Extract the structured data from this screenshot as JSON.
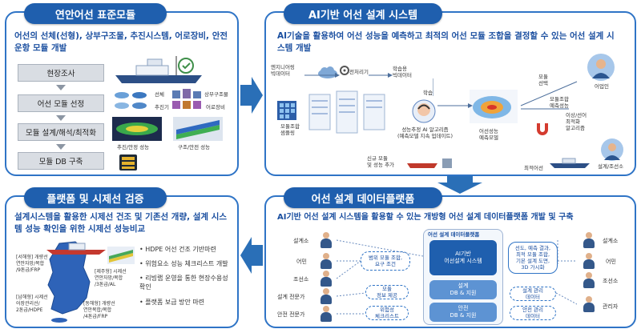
{
  "panel1": {
    "title": "연안어선 표준모듈",
    "subtitle": "어선의 선체(선형), 상부구조물, 추진시스템, 어로장비, 안전운항 모듈 개발",
    "steps": [
      "현장조사",
      "어선 모듈 선정",
      "모듈 설계/해석/최적화",
      "모듈 DB 구축"
    ],
    "labels": {
      "hull": "선체",
      "superstructure": "상부구조물",
      "propulsion": "추진기",
      "fishing_gear": "어로장비",
      "propulsion_safety": "추진/안정 성능",
      "structure_safety": "구조/안전 성능"
    }
  },
  "panel2": {
    "title": "AI기반 어선 설계 시스템",
    "subtitle": "AI기술을 활용하여 어선 성능을 예측하고 최적의 어선 모듈 조합을 결정할 수 있는 어선 설계 시스템 개발",
    "labels": {
      "engineering_bigdata": "엔지니어링\n빅데이터",
      "preprocess": "전처리기",
      "training_bigdata": "학습용\n빅데이터",
      "learning": "학습",
      "module_sampling": "모듈조합\n샘플링",
      "ai_algorithm": "성능추정 AI 알고리즘\n(예측모델 지속 업데이트)",
      "prediction_model": "어선성능\n예측모델",
      "module_select": "모듈\n선택",
      "module_prediction": "모듈조합\n예측성능",
      "fisherman": "어업인",
      "optimization": "이상/선어\n최적화\n알고리즘",
      "new_module": "신규 모듈\n및 성능 추가",
      "optimal_vessel": "최적어선",
      "design_expert": "설계/조선소"
    }
  },
  "panel3": {
    "title": "어선 설계 데이터플랫폼",
    "subtitle": "AI기반 어선 설계 시스템을 활용할 수 있는 개방형 어선 설계 데이터플랫폼 개발 및 구축",
    "platform_title": "어선 설계 데이터플랫폼",
    "core": "AI기반\n어선설계 시스템",
    "db1": "설계\nDB & 지원",
    "db2": "안전\nDB & 지원",
    "left_people": [
      "설계소",
      "어민",
      "조선소",
      "설계 전문가",
      "안전 전문가"
    ],
    "right_people": [
      "설계소",
      "어민",
      "조선소",
      "관리자"
    ],
    "left_pills": [
      "범위 모듈 조합,\n요구 조건",
      "모듈\n정보 제공",
      "위험성\n체크리스트"
    ],
    "right_pills": [
      "선도, 예측 결과,\n최적 모듈 조합,\n기본 설계 도면,\n3D 가시화",
      "설계 관리\n데이터",
      "안전 관리\n데이터"
    ]
  },
  "panel4": {
    "title": "플랫폼 및 시제선 검증",
    "subtitle": "설계시스템을 활용한 시제선 건조 및 기존선 개량, 설계 시스템 성능 확인을 위한 시제선 성능비교",
    "map_labels": [
      "[서해형] 개량선\n연안자망/복합\n/9톤급/FRP",
      "[남해형] 시제선\n어장관리선/\n2톤급/HDPE",
      "[제주형] 시제선\n연안자망/복합\n/3톤급/AL",
      "[동해형] 개량선\n연안복합/복합\n/4톤급/FRP"
    ],
    "bullets": [
      "HDPE 어선 건조 기반마련",
      "위험요소 성능 체크리스트 개발",
      "리빙랩 운영을 통한 현장수용성 확인",
      "플랫폼 보급 방안 마련"
    ]
  },
  "colors": {
    "accent": "#1f5fae",
    "border": "#2f74c6",
    "arrow": "#2a6fb7"
  }
}
